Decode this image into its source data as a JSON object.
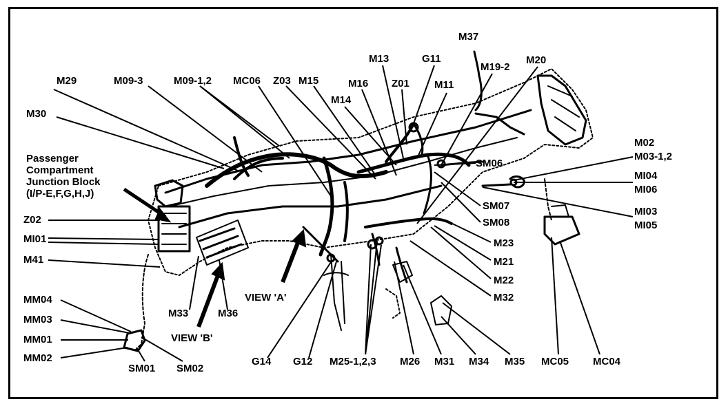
{
  "labels": {
    "passenger_junction": "Passenger\nCompartment\nJunction Block\n(I/P-E,F,G,H,J)",
    "m29": "M29",
    "m09_3": "M09-3",
    "m09_12": "M09-1,2",
    "mc06": "MC06",
    "z03": "Z03",
    "m15": "M15",
    "m16": "M16",
    "m13": "M13",
    "m14": "M14",
    "z01": "Z01",
    "g11": "G11",
    "m11": "M11",
    "m37": "M37",
    "m19_2": "M19-2",
    "m20": "M20",
    "m30": "M30",
    "m02": "M02",
    "m03_12": "M03-1,2",
    "sm06": "SM06",
    "mi04": "MI04",
    "mi06": "MI06",
    "sm07": "SM07",
    "sm08": "SM08",
    "mi03": "MI03",
    "mi05": "MI05",
    "z02": "Z02",
    "mi01": "MI01",
    "m41": "M41",
    "m23": "M23",
    "m21": "M21",
    "m22": "M22",
    "m32": "M32",
    "mm04": "MM04",
    "mm03": "MM03",
    "mm01": "MM01",
    "mm02": "MM02",
    "sm01": "SM01",
    "sm02": "SM02",
    "m33": "M33",
    "m36": "M36",
    "view_a": "VIEW 'A'",
    "view_b": "VIEW 'B'",
    "g14": "G14",
    "g12": "G12",
    "m25_123": "M25-1,2,3",
    "m26": "M26",
    "m31": "M31",
    "m34": "M34",
    "m35": "M35",
    "mc05": "MC05",
    "mc04": "MC04"
  }
}
